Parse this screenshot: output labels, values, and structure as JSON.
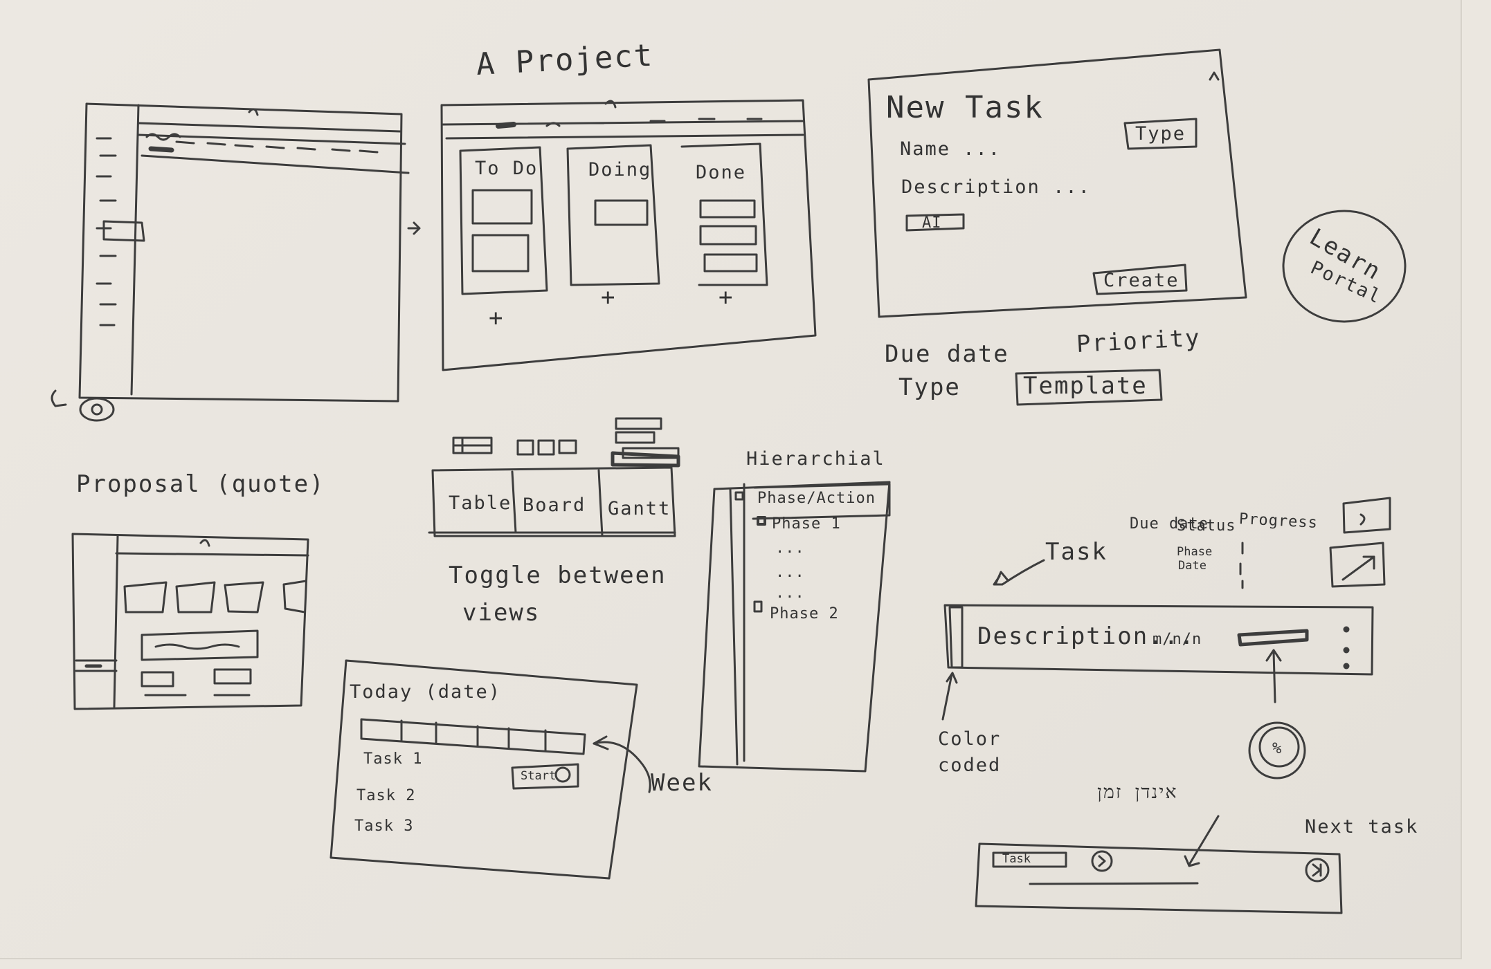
{
  "sketch": {
    "project": {
      "title": "A Project",
      "columns": [
        {
          "label": "To Do",
          "add": "+"
        },
        {
          "label": "Doing",
          "add": "+"
        },
        {
          "label": "Done",
          "add": "+"
        }
      ]
    },
    "new_task": {
      "title": "New Task",
      "name_placeholder": "Name ...",
      "description_placeholder": "Description ...",
      "type_button": "Type",
      "ai_button": "AI",
      "create_button": "Create",
      "extra_fields": [
        "Due date",
        "Priority",
        "Type"
      ],
      "template_button": "Template"
    },
    "learn_portal": {
      "line1": "Learn",
      "line2": "Portal"
    },
    "proposal": {
      "title": "Proposal (quote)"
    },
    "views": {
      "toggles": [
        "Table",
        "Board",
        "Gantt"
      ],
      "caption_line1": "Toggle between",
      "caption_line2": "views"
    },
    "hierarchical": {
      "title": "Hierarchial",
      "header": "Phase/Action",
      "rows": [
        "Phase 1",
        "...",
        "...",
        "...",
        "Phase 2"
      ]
    },
    "today": {
      "title": "Today (date)",
      "week_label": "Week",
      "tasks": [
        "Task 1",
        "Task 2",
        "Task 3"
      ],
      "start_button": "Start"
    },
    "task_row": {
      "label": "Task",
      "columns": [
        "Due date",
        "Status",
        "Progress",
        "Phase",
        "Date"
      ],
      "description": "Description...",
      "date_mark": "m/n/n",
      "color_coded": "Color coded",
      "progress_knob": "%"
    },
    "timer": {
      "hebrew_label": "אינדן זמן",
      "next_task": "Next task",
      "task_chip": "Task"
    }
  }
}
